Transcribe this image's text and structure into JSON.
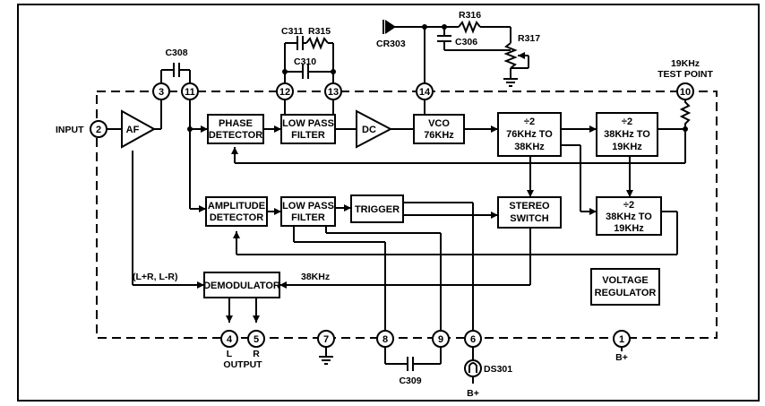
{
  "blocks": {
    "af": "AF",
    "phase_detector": [
      "PHASE",
      "DETECTOR"
    ],
    "lowpass_top": [
      "LOW PASS",
      "FILTER"
    ],
    "dc": "DC",
    "vco": [
      "VCO",
      "76KHz"
    ],
    "div1": [
      "÷2",
      "76KHz TO",
      "38KHz"
    ],
    "div2": [
      "÷2",
      "38KHz TO",
      "19KHz"
    ],
    "div3": [
      "÷2",
      "38KHz TO",
      "19KHz"
    ],
    "amplitude_detector": [
      "AMPLITUDE",
      "DETECTOR"
    ],
    "lowpass_bottom": [
      "LOW PASS",
      "FILTER"
    ],
    "trigger": "TRIGGER",
    "stereo_switch": [
      "STEREO",
      "SWITCH"
    ],
    "demodulator": "DEMODULATOR",
    "voltage_regulator": [
      "VOLTAGE",
      "REGULATOR"
    ]
  },
  "pins": [
    "1",
    "2",
    "3",
    "4",
    "5",
    "6",
    "7",
    "8",
    "9",
    "10",
    "11",
    "12",
    "13",
    "14"
  ],
  "labels": {
    "input": "INPUT",
    "test_point": [
      "19KHz",
      "TEST POINT"
    ],
    "c308": "C308",
    "c311": "C311",
    "r315": "R315",
    "c310": "C310",
    "cr303": "CR303",
    "r316": "R316",
    "c306": "C306",
    "r317": "R317",
    "lr": "(L+R, L-R)",
    "f38": "38KHz",
    "l": "L",
    "r": "R",
    "output": "OUTPUT",
    "c309": "C309",
    "ds301": "DS301",
    "bplus_1": "B+",
    "bplus_6": "B+"
  }
}
